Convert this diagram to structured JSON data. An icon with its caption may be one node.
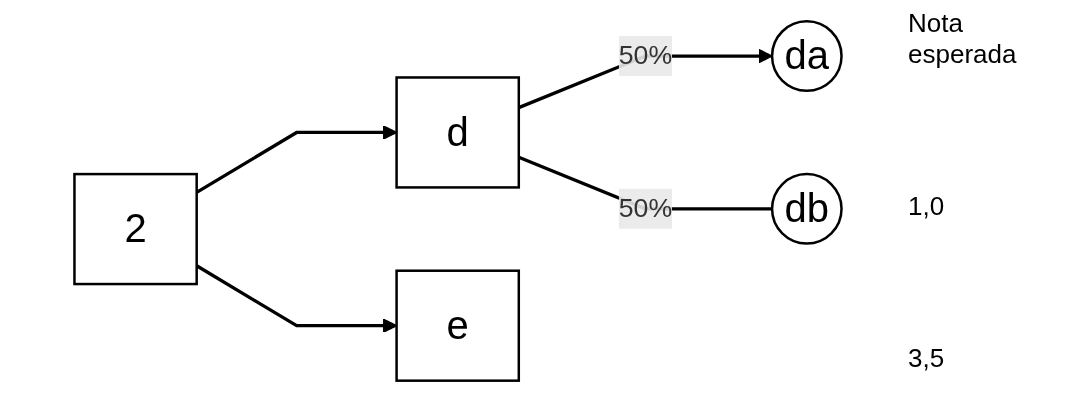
{
  "diagram": {
    "nodes": [
      {
        "text": [
          "2"
        ]
      },
      {
        "text": [
          "d"
        ]
      },
      {
        "text": [
          "e"
        ]
      },
      {
        "text": [
          "da"
        ]
      },
      {
        "text": [
          "db"
        ]
      }
    ],
    "edges": [
      {
        "from": 0,
        "to": 1,
        "arrow": "to"
      },
      {
        "from": 0,
        "to": 2,
        "arrow": "to"
      },
      {
        "from": 1,
        "to": 3,
        "arrow": "to",
        "label": "50%"
      },
      {
        "from": 1,
        "to": 4,
        "arrow": "none",
        "label": "50%"
      }
    ],
    "labels": [
      "Nota esperada",
      "1,0",
      "3,5"
    ]
  }
}
